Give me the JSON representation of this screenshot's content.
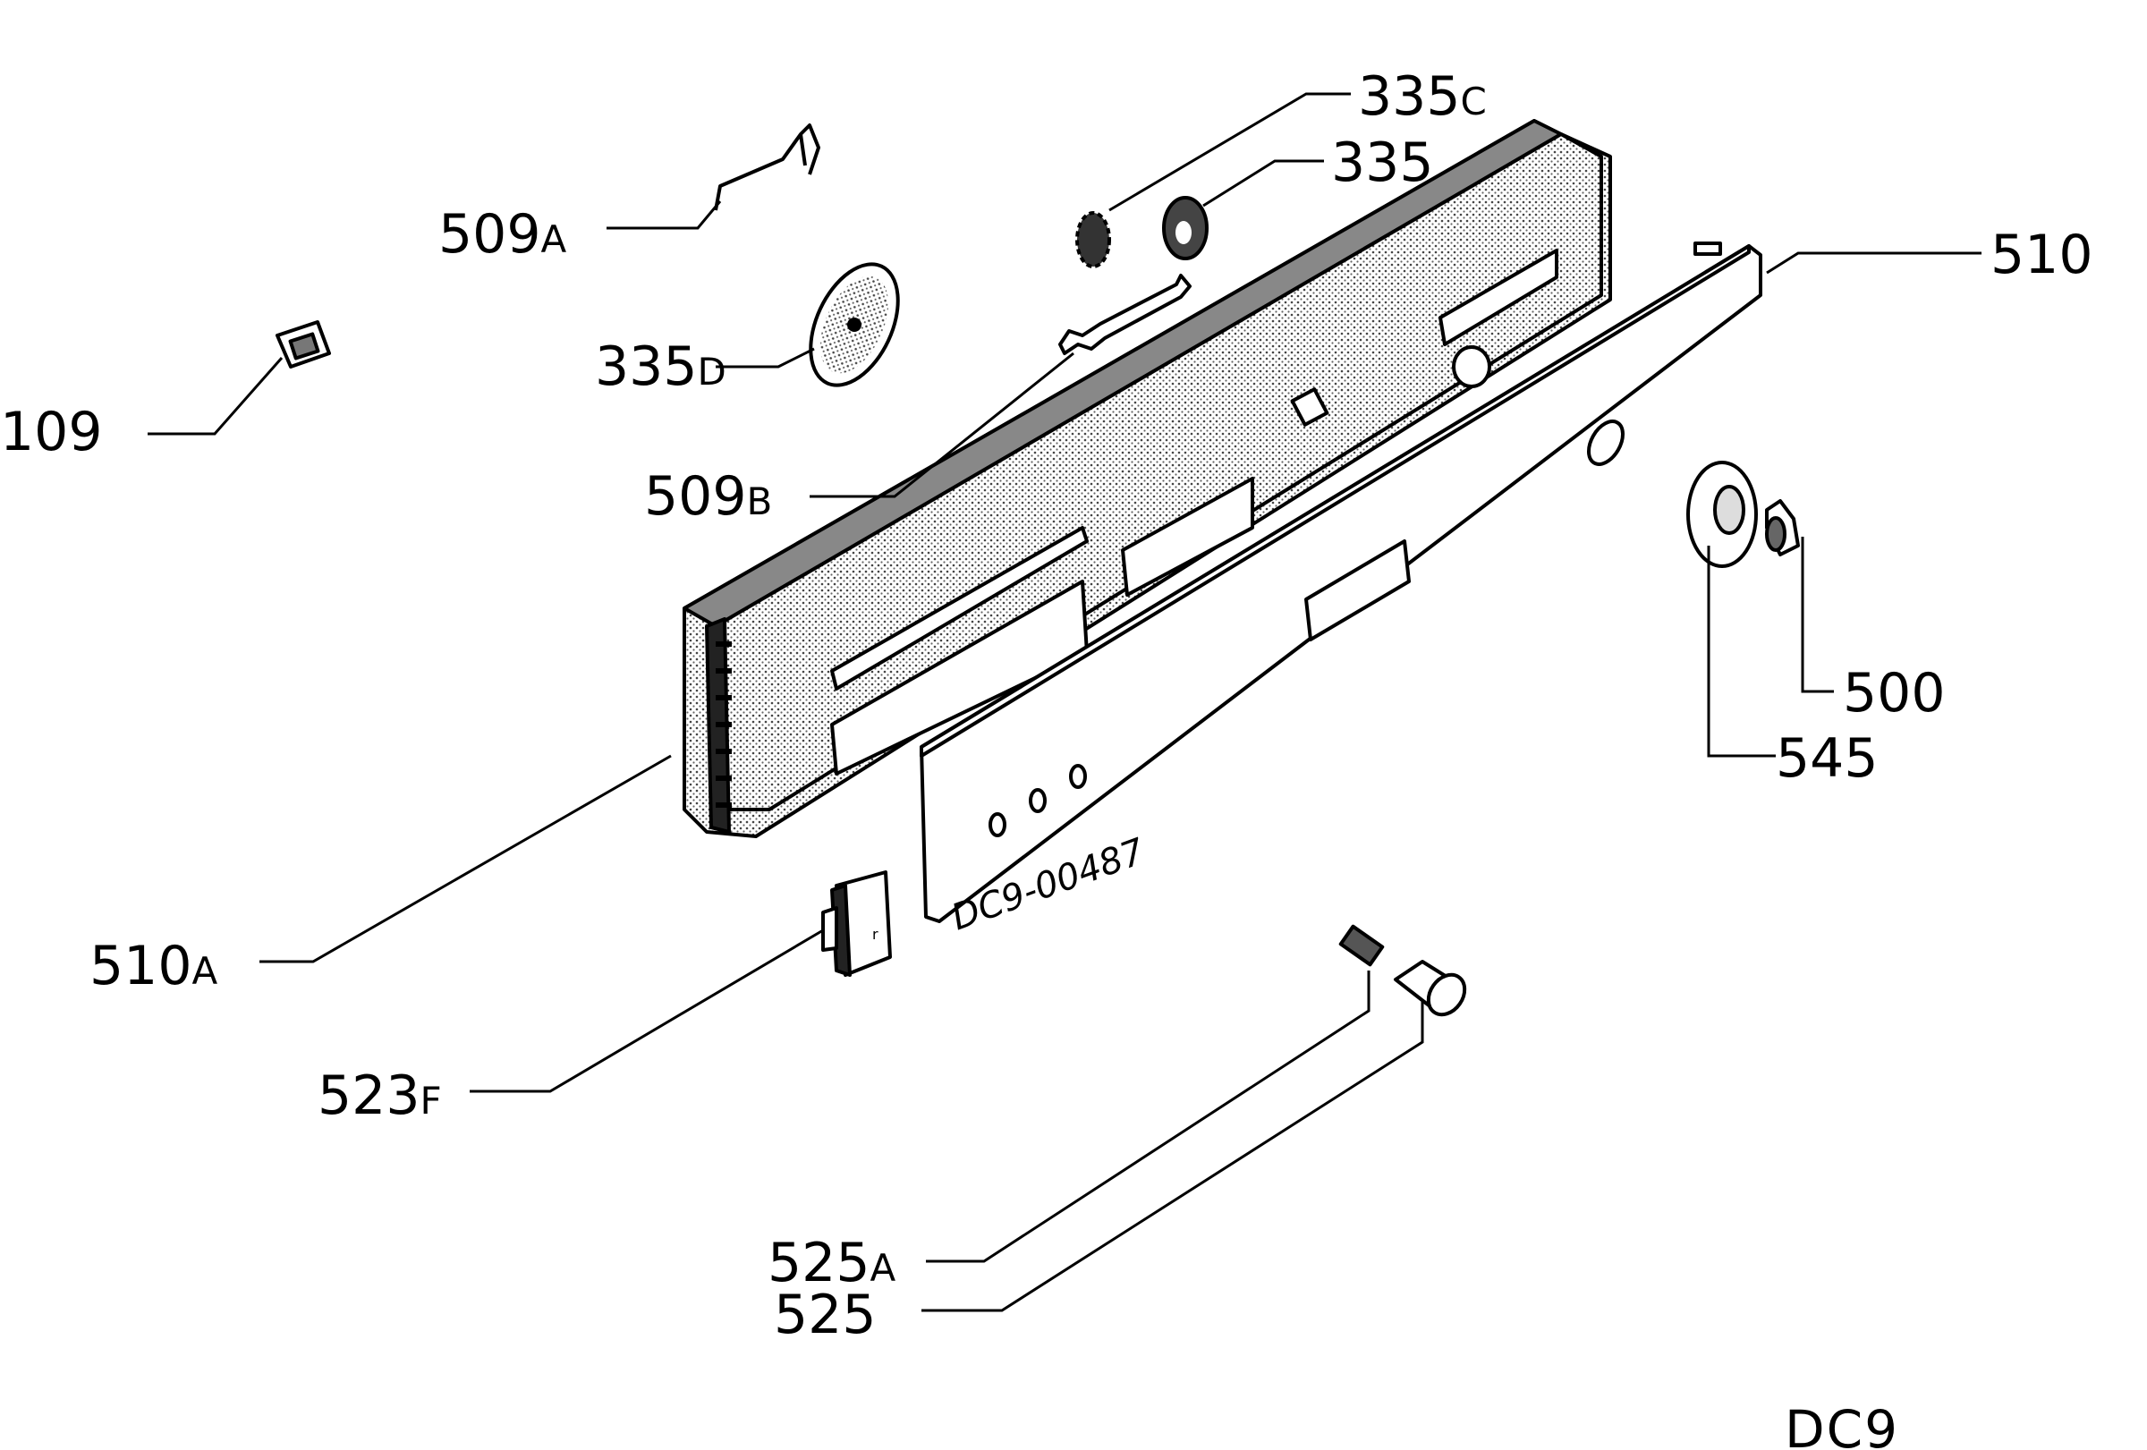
{
  "diagram": {
    "drawing_number": "DC9-00487",
    "model_code": "DC9",
    "labels": {
      "p335c": {
        "main": "335",
        "sub": "C"
      },
      "p335": {
        "main": "335",
        "sub": ""
      },
      "p509a": {
        "main": "509",
        "sub": "A"
      },
      "p510": {
        "main": "510",
        "sub": ""
      },
      "p335d": {
        "main": "335",
        "sub": "D"
      },
      "p109": {
        "main": "109",
        "sub": ""
      },
      "p509b": {
        "main": "509",
        "sub": "B"
      },
      "p500": {
        "main": "500",
        "sub": ""
      },
      "p545": {
        "main": "545",
        "sub": ""
      },
      "p510a": {
        "main": "510",
        "sub": "A"
      },
      "p523f": {
        "main": "523",
        "sub": "F"
      },
      "p525a": {
        "main": "525",
        "sub": "A"
      },
      "p525": {
        "main": "525",
        "sub": ""
      }
    }
  },
  "colors": {
    "ink": "#000000",
    "paper": "#ffffff",
    "stipple": "#b8b8b8"
  }
}
